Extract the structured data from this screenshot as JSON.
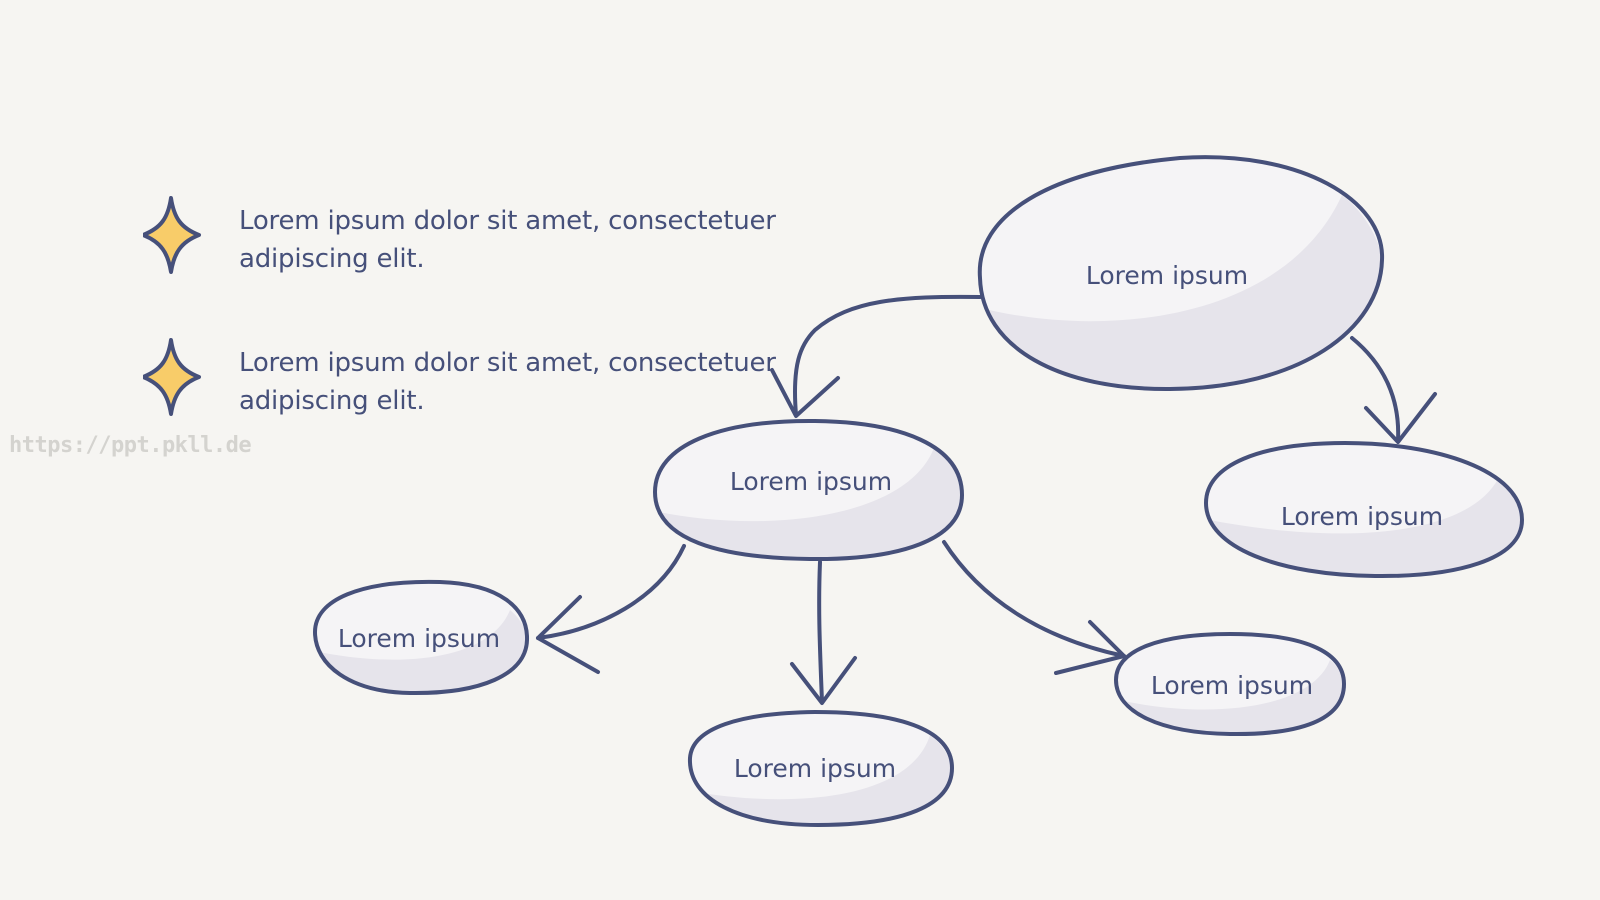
{
  "bullets": [
    {
      "icon": "sparkle-icon",
      "text_line1": "Lorem ipsum dolor sit amet, consectetuer",
      "text_line2": "adipiscing elit."
    },
    {
      "icon": "sparkle-icon",
      "text_line1": "Lorem ipsum dolor sit amet, consectetuer",
      "text_line2": "adipiscing elit."
    }
  ],
  "watermark": "https://ppt.pkll.de",
  "nodes": {
    "root": "Lorem ipsum",
    "middle": "Lorem ipsum",
    "right": "Lorem ipsum",
    "left": "Lorem ipsum",
    "bottom": "Lorem ipsum",
    "bottom_right": "Lorem ipsum"
  },
  "colors": {
    "background": "#f6f5f2",
    "outline": "#46507a",
    "node_fill": "#f5f4f6",
    "node_shade": "#e6e4eb",
    "star_fill": "#f8cc69"
  }
}
